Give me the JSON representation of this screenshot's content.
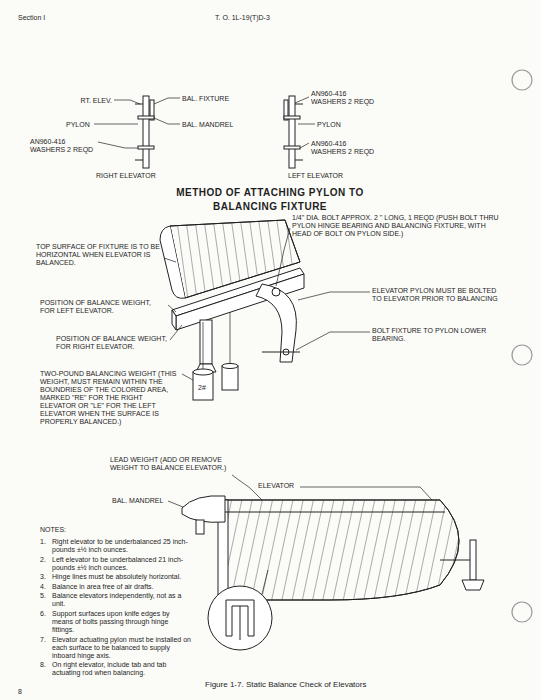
{
  "diagram": {
    "caption": "Figure 1-7. Static Balance Check of Elevators",
    "labels": [
      "Section I",
      "T. O. 1L-19(T)D-3",
      "RT. ELEV.",
      "PYLON",
      "AN960-416 WASHERS 2 REQD",
      "BAL. FIXTURE",
      "BAL. MANDREL",
      "RIGHT ELEVATOR",
      "AN960-416 WASHERS 2 REQD",
      "PYLON",
      "AN960-416 WASHERS 2 REQD",
      "LEFT ELEVATOR",
      "METHOD OF ATTACHING PYLON TO BALANCING FIXTURE",
      "1/4\" DIA. BOLT APPROX. 2 \" LONG, 1 REQD (PUSH BOLT THRU PYLON HINGE BEARING AND BALANCING FIXTURE, WITH HEAD OF BOLT ON PYLON SIDE.)",
      "TOP SURFACE OF FIXTURE IS TO BE HORIZONTAL WHEN ELEVATOR IS BALANCED.",
      "ELEVATOR PYLON MUST BE BOLTED TO ELEVATOR PRIOR TO BALANCING",
      "POSITION OF BALANCE WEIGHT, FOR LEFT ELEVATOR.",
      "BOLT FIXTURE TO PYLON LOWER BEARING.",
      "POSITION OF BALANCE WEIGHT, FOR RIGHT ELEVATOR.",
      "TWO-POUND BALANCING WEIGHT (THIS WEIGHT, MUST REMAIN WITHIN THE BOUNDRIES OF THE COLORED AREA, MARKED \"RE\" FOR THE RIGHT ELEVATOR OR \"LE\" FOR THE LEFT ELEVATOR WHEN THE SURFACE IS PROPERLY BALANCED.)",
      "2#",
      "LEAD WEIGHT (ADD OR REMOVE WEIGHT TO BALANCE ELEVATOR.)",
      "ELEVATOR",
      "BAL. MANDREL",
      "NOTES:",
      "1.",
      "Right elevator to be underbalanced 25 inch-pounds ±½ inch ounces.",
      "2.",
      "Left elevator to be underbalanced 21 inch-pounds ±½ inch ounces.",
      "3.",
      "Hinge lines must be absolutely horizontal.",
      "4.",
      "Balance in area free of air drafts.",
      "5.",
      "Balance elevators independently, not as a unit.",
      "6.",
      "Support surfaces upon knife edges by means of bolts passing through hinge fittings.",
      "7.",
      "Elevator actuating pylon must be installed on each surface to be balanced to supply inboard hinge axis.",
      "8.",
      "On right elevator, include tab and tab actuating rod when balancing.",
      "8"
    ]
  }
}
